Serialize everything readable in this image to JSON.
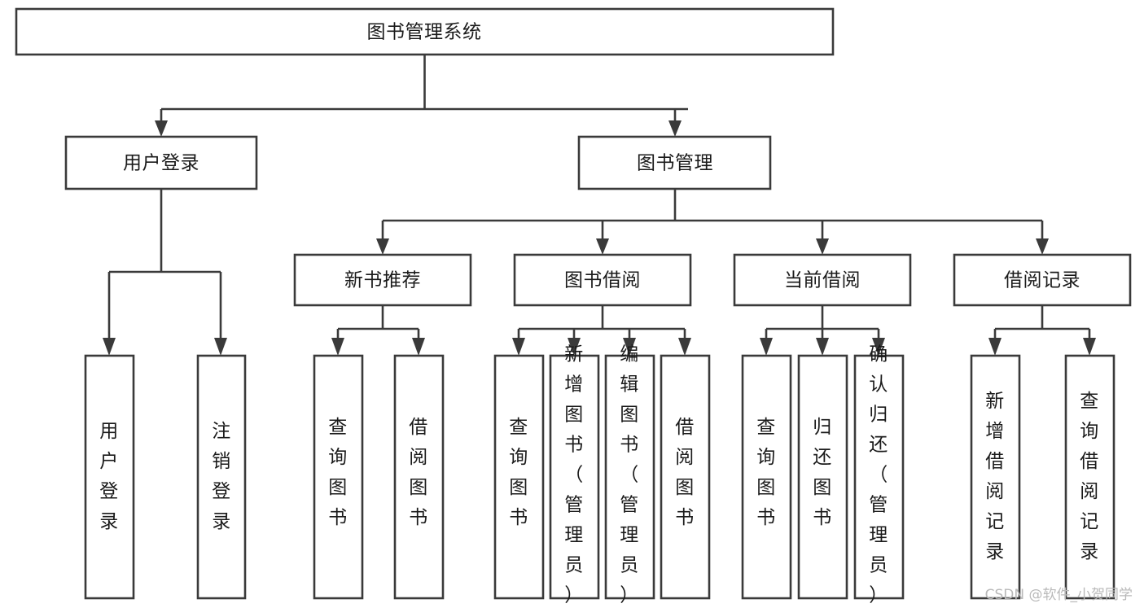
{
  "diagram": {
    "type": "tree",
    "title": "图书管理系统",
    "orientation": "top-down",
    "watermark": "CSDN @软件_小贺同学",
    "colors": {
      "box_fill": "#ffffff",
      "box_stroke": "#3a3a3a",
      "text": "#1a1a1a",
      "background": "#ffffff",
      "watermark": "#b9b9b9"
    },
    "nodes": {
      "root": {
        "label": "图书管理系统",
        "level": 0,
        "text_orientation": "horizontal"
      },
      "user_login": {
        "label": "用户登录",
        "level": 1,
        "text_orientation": "horizontal"
      },
      "book_manage": {
        "label": "图书管理",
        "level": 1,
        "text_orientation": "horizontal"
      },
      "new_book_rec": {
        "label": "新书推荐",
        "level": 2,
        "text_orientation": "horizontal"
      },
      "book_borrow": {
        "label": "图书借阅",
        "level": 2,
        "text_orientation": "horizontal"
      },
      "current_borrow": {
        "label": "当前借阅",
        "level": 2,
        "text_orientation": "horizontal"
      },
      "borrow_record": {
        "label": "借阅记录",
        "level": 2,
        "text_orientation": "horizontal"
      },
      "leaf_user_login": {
        "label": "用户登录",
        "level": 3,
        "text_orientation": "vertical"
      },
      "leaf_logout": {
        "label": "注销登录",
        "level": 3,
        "text_orientation": "vertical"
      },
      "leaf_query_book_1": {
        "label": "查询图书",
        "level": 3,
        "text_orientation": "vertical"
      },
      "leaf_borrow_book_1": {
        "label": "借阅图书",
        "level": 3,
        "text_orientation": "vertical"
      },
      "leaf_query_book_2": {
        "label": "查询图书",
        "level": 3,
        "text_orientation": "vertical"
      },
      "leaf_add_book": {
        "label": "新增图书（管理员）",
        "level": 3,
        "text_orientation": "vertical"
      },
      "leaf_edit_book": {
        "label": "编辑图书（管理员）",
        "level": 3,
        "text_orientation": "vertical"
      },
      "leaf_borrow_book_2": {
        "label": "借阅图书",
        "level": 3,
        "text_orientation": "vertical"
      },
      "leaf_query_book_3": {
        "label": "查询图书",
        "level": 3,
        "text_orientation": "vertical"
      },
      "leaf_return_book": {
        "label": "归还图书",
        "level": 3,
        "text_orientation": "vertical"
      },
      "leaf_confirm_return": {
        "label": "确认归还（管理员）",
        "level": 3,
        "text_orientation": "vertical"
      },
      "leaf_add_record": {
        "label": "新增借阅记录",
        "level": 3,
        "text_orientation": "vertical"
      },
      "leaf_query_record": {
        "label": "查询借阅记录",
        "level": 3,
        "text_orientation": "vertical"
      }
    },
    "edges": [
      {
        "from": "root",
        "to": "user_login"
      },
      {
        "from": "root",
        "to": "book_manage"
      },
      {
        "from": "book_manage",
        "to": "new_book_rec"
      },
      {
        "from": "book_manage",
        "to": "book_borrow"
      },
      {
        "from": "book_manage",
        "to": "current_borrow"
      },
      {
        "from": "book_manage",
        "to": "borrow_record"
      },
      {
        "from": "user_login",
        "to": "leaf_user_login"
      },
      {
        "from": "user_login",
        "to": "leaf_logout"
      },
      {
        "from": "new_book_rec",
        "to": "leaf_query_book_1"
      },
      {
        "from": "new_book_rec",
        "to": "leaf_borrow_book_1"
      },
      {
        "from": "book_borrow",
        "to": "leaf_query_book_2"
      },
      {
        "from": "book_borrow",
        "to": "leaf_add_book"
      },
      {
        "from": "book_borrow",
        "to": "leaf_edit_book"
      },
      {
        "from": "book_borrow",
        "to": "leaf_borrow_book_2"
      },
      {
        "from": "current_borrow",
        "to": "leaf_query_book_3"
      },
      {
        "from": "current_borrow",
        "to": "leaf_return_book"
      },
      {
        "from": "current_borrow",
        "to": "leaf_confirm_return"
      },
      {
        "from": "borrow_record",
        "to": "leaf_add_record"
      },
      {
        "from": "borrow_record",
        "to": "leaf_query_record"
      }
    ]
  }
}
